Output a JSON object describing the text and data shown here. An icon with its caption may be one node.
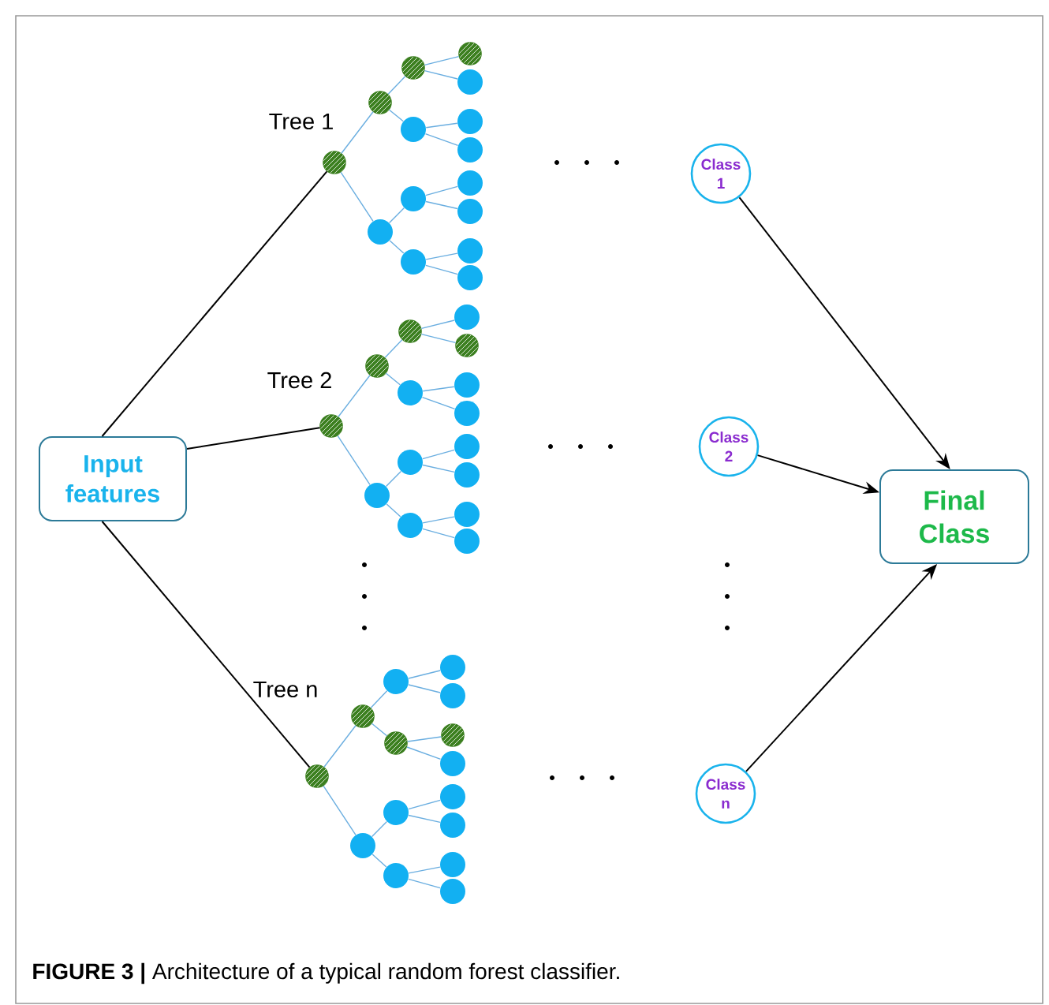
{
  "diagram": {
    "caption": "**FIGURE 3 |** Architecture of a typical random forest classifier.",
    "nodes": [
      {
        "text": [
          "Input features"
        ]
      },
      {
        "text": [],
        "shape": "circle",
        "beside": [
          "Tree 1"
        ]
      },
      {
        "text": [],
        "shape": "circle"
      },
      {
        "text": [],
        "shape": "circle"
      },
      {
        "text": [],
        "shape": "circle"
      },
      {
        "text": [],
        "shape": "circle"
      },
      {
        "text": [],
        "shape": "circle"
      },
      {
        "text": [],
        "shape": "circle"
      },
      {
        "text": [],
        "shape": "circle"
      },
      {
        "text": [],
        "shape": "circle"
      },
      {
        "text": [],
        "shape": "circle"
      },
      {
        "text": [],
        "shape": "circle"
      },
      {
        "text": [],
        "shape": "circle"
      },
      {
        "text": [],
        "shape": "circle"
      },
      {
        "text": [],
        "shape": "circle"
      },
      {
        "text": [],
        "shape": "circle"
      },
      {
        "text": [],
        "shape": "circle",
        "beside": [
          "Tree 2"
        ]
      },
      {
        "text": [],
        "shape": "circle"
      },
      {
        "text": [],
        "shape": "circle"
      },
      {
        "text": [],
        "shape": "circle"
      },
      {
        "text": [],
        "shape": "circle"
      },
      {
        "text": [],
        "shape": "circle"
      },
      {
        "text": [],
        "shape": "circle"
      },
      {
        "text": [],
        "shape": "circle"
      },
      {
        "text": [],
        "shape": "circle"
      },
      {
        "text": [],
        "shape": "circle"
      },
      {
        "text": [],
        "shape": "circle"
      },
      {
        "text": [],
        "shape": "circle"
      },
      {
        "text": [],
        "shape": "circle"
      },
      {
        "text": [],
        "shape": "circle"
      },
      {
        "text": [],
        "shape": "circle"
      },
      {
        "text": [],
        "shape": "circle"
      },
      {
        "text": [],
        "shape": "circle",
        "beside": [
          "Tree n"
        ]
      },
      {
        "text": [],
        "shape": "circle"
      },
      {
        "text": [],
        "shape": "circle"
      },
      {
        "text": [],
        "shape": "circle"
      },
      {
        "text": [],
        "shape": "circle"
      },
      {
        "text": [],
        "shape": "circle"
      },
      {
        "text": [],
        "shape": "circle"
      },
      {
        "text": [],
        "shape": "circle"
      },
      {
        "text": [],
        "shape": "circle"
      },
      {
        "text": [],
        "shape": "circle"
      },
      {
        "text": [],
        "shape": "circle"
      },
      {
        "text": [],
        "shape": "circle"
      },
      {
        "text": [],
        "shape": "circle"
      },
      {
        "text": [],
        "shape": "circle"
      },
      {
        "text": [
          "Class 1"
        ]
      },
      {
        "text": [
          "Class 2"
        ]
      },
      {
        "text": [
          "Class n"
        ]
      },
      {
        "text": [
          "Final Class"
        ]
      }
    ],
    "edges": [
      {
        "from": 0,
        "to": 1,
        "arrow": "none",
        "color": "#000000"
      },
      {
        "from": 0,
        "to": 16,
        "arrow": "none",
        "color": "#000000"
      },
      {
        "from": 0,
        "to": 31,
        "arrow": "none",
        "color": "#000000"
      },
      {
        "from": 1,
        "to": 2,
        "arrow": "none"
      },
      {
        "from": 1,
        "to": 3,
        "arrow": "none"
      },
      {
        "from": 2,
        "to": 4,
        "arrow": "none"
      },
      {
        "from": 2,
        "to": 5,
        "arrow": "none"
      },
      {
        "from": 3,
        "to": 6,
        "arrow": "none"
      },
      {
        "from": 3,
        "to": 7,
        "arrow": "none"
      },
      {
        "from": 4,
        "to": 8,
        "arrow": "none"
      },
      {
        "from": 4,
        "to": 9,
        "arrow": "none"
      },
      {
        "from": 5,
        "to": 10,
        "arrow": "none"
      },
      {
        "from": 5,
        "to": 11,
        "arrow": "none"
      },
      {
        "from": 6,
        "to": 12,
        "arrow": "none"
      },
      {
        "from": 6,
        "to": 13,
        "arrow": "none"
      },
      {
        "from": 7,
        "to": 14,
        "arrow": "none"
      },
      {
        "from": 7,
        "to": 15,
        "arrow": "none"
      },
      {
        "from": 16,
        "to": 17,
        "arrow": "none"
      },
      {
        "from": 16,
        "to": 18,
        "arrow": "none"
      },
      {
        "from": 17,
        "to": 19,
        "arrow": "none"
      },
      {
        "from": 17,
        "to": 20,
        "arrow": "none"
      },
      {
        "from": 18,
        "to": 21,
        "arrow": "none"
      },
      {
        "from": 18,
        "to": 22,
        "arrow": "none"
      },
      {
        "from": 19,
        "to": 23,
        "arrow": "none"
      },
      {
        "from": 19,
        "to": 24,
        "arrow": "none"
      },
      {
        "from": 20,
        "to": 25,
        "arrow": "none"
      },
      {
        "from": 20,
        "to": 26,
        "arrow": "none"
      },
      {
        "from": 21,
        "to": 27,
        "arrow": "none"
      },
      {
        "from": 21,
        "to": 28,
        "arrow": "none"
      },
      {
        "from": 22,
        "to": 29,
        "arrow": "none"
      },
      {
        "from": 22,
        "to": 30,
        "arrow": "none"
      },
      {
        "from": 31,
        "to": 32,
        "arrow": "none"
      },
      {
        "from": 31,
        "to": 33,
        "arrow": "none"
      },
      {
        "from": 32,
        "to": 34,
        "arrow": "none"
      },
      {
        "from": 32,
        "to": 35,
        "arrow": "none"
      },
      {
        "from": 33,
        "to": 36,
        "arrow": "none"
      },
      {
        "from": 33,
        "to": 37,
        "arrow": "none"
      },
      {
        "from": 34,
        "to": 38,
        "arrow": "none"
      },
      {
        "from": 34,
        "to": 39,
        "arrow": "none"
      },
      {
        "from": 35,
        "to": 40,
        "arrow": "none"
      },
      {
        "from": 35,
        "to": 41,
        "arrow": "none"
      },
      {
        "from": 36,
        "to": 42,
        "arrow": "none"
      },
      {
        "from": 36,
        "to": 43,
        "arrow": "none"
      },
      {
        "from": 37,
        "to": 44,
        "arrow": "none"
      },
      {
        "from": 37,
        "to": 45,
        "arrow": "none"
      },
      {
        "from": 46,
        "to": 49,
        "arrow": "to",
        "color": "#000000"
      },
      {
        "from": 47,
        "to": 49,
        "arrow": "to",
        "color": "#000000"
      },
      {
        "from": 48,
        "to": 49,
        "arrow": "to",
        "color": "#000000"
      }
    ]
  }
}
